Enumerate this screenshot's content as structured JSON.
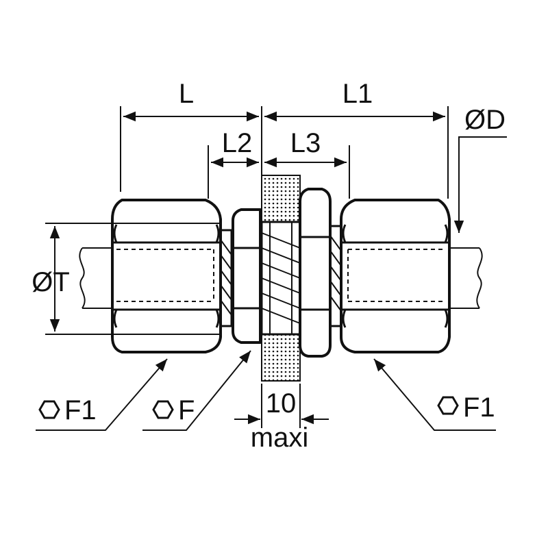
{
  "dimensions": {
    "L": "L",
    "L1": "L1",
    "L2": "L2",
    "L3": "L3",
    "D": "ØD",
    "T": "ØT",
    "wall_thickness": "10",
    "wall_note": "maxi"
  },
  "wrench_sizes": {
    "left_nut": "F1",
    "center_nut": "F",
    "right_nut": "F1"
  },
  "icons": {
    "hexagon": "hexagon-icon"
  },
  "colors": {
    "line": "#111111",
    "background": "#ffffff"
  }
}
